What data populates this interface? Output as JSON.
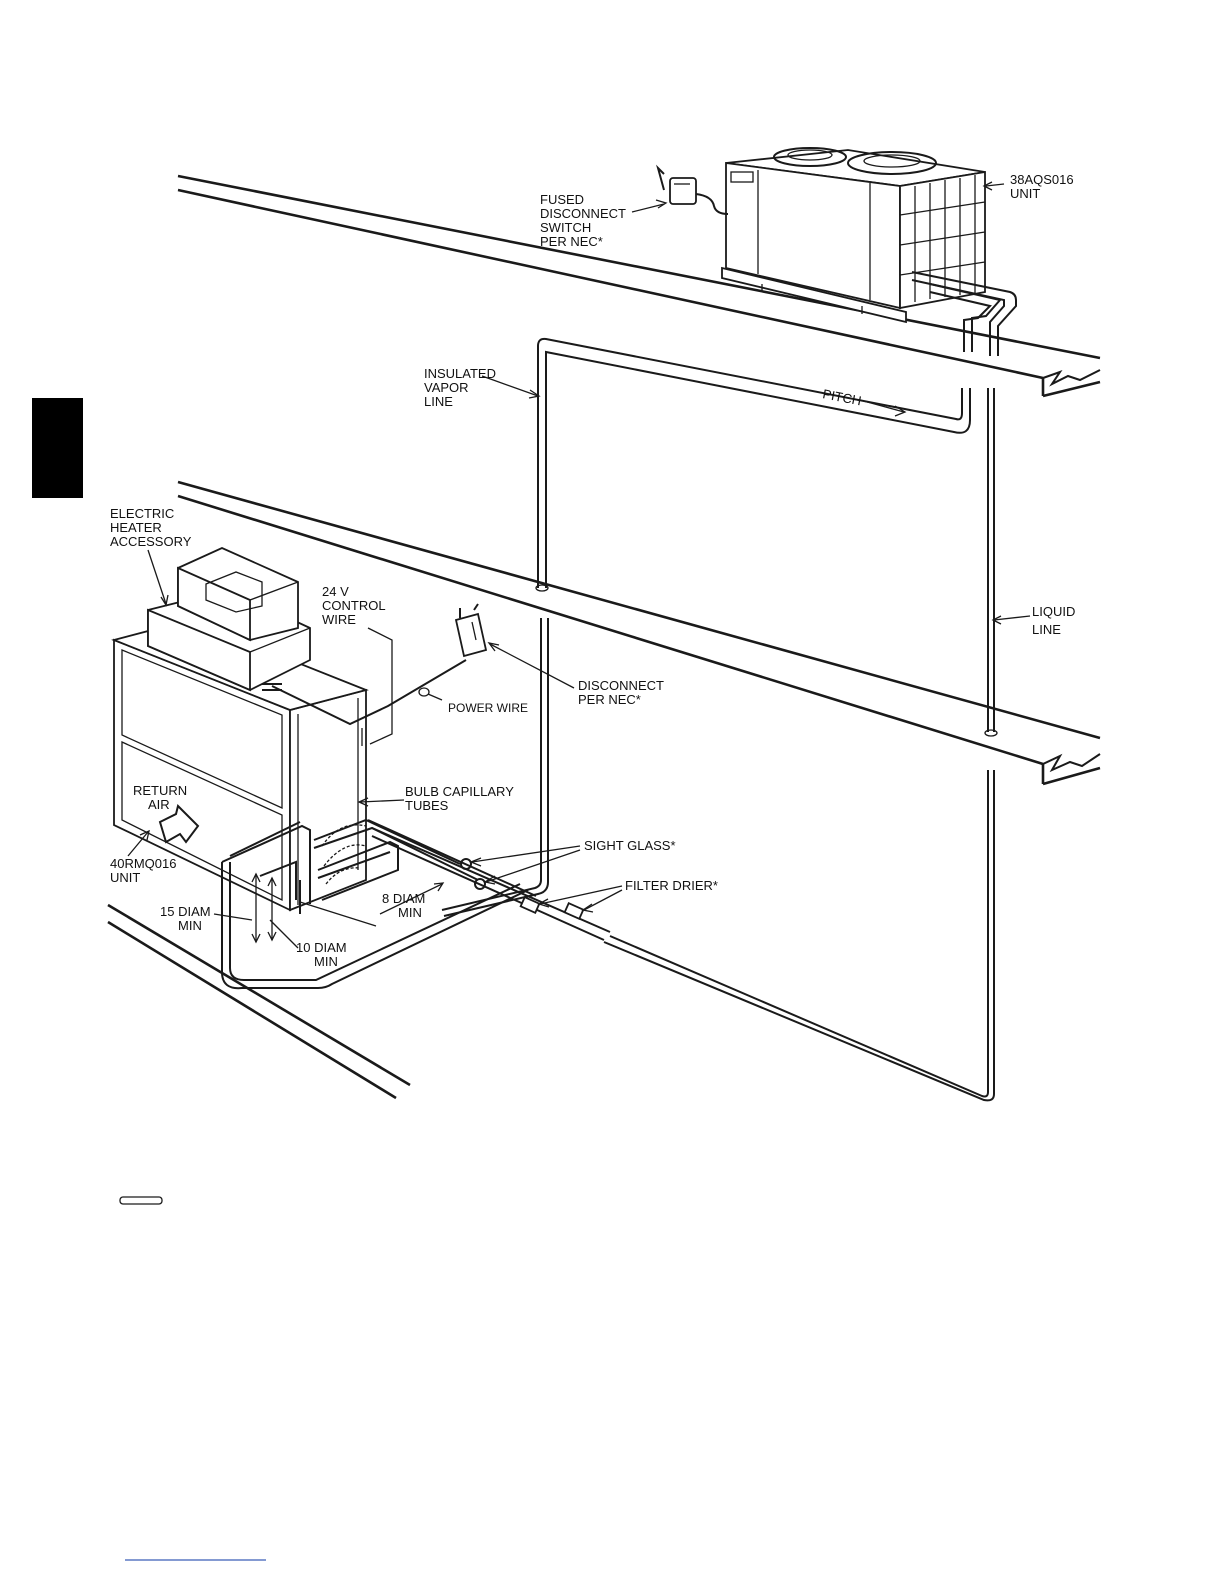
{
  "labels": {
    "unit_38": [
      "38AQS016",
      "UNIT"
    ],
    "fused_switch": [
      "FUSED",
      "DISCONNECT",
      "SWITCH",
      "PER NEC*"
    ],
    "vapor_line": [
      "INSULATED",
      "VAPOR",
      "LINE"
    ],
    "pitch": "PITCH",
    "electric_heater": [
      "ELECTRIC",
      "HEATER",
      "ACCESSORY"
    ],
    "control_wire": [
      "24 V",
      "CONTROL",
      "WIRE"
    ],
    "liquid_line": [
      "LIQUID",
      "LINE"
    ],
    "disconnect": [
      "DISCONNECT",
      "PER NEC*"
    ],
    "power_wire": "POWER WIRE",
    "return_air": [
      "RETURN",
      "AIR"
    ],
    "bulb_capillary": [
      "BULB CAPILLARY",
      "TUBES"
    ],
    "sight_glass": "SIGHT GLASS*",
    "filter_drier": "FILTER DRIER*",
    "unit_40": [
      "40RMQ016",
      "UNIT"
    ],
    "dim_15": [
      "15 DIAM",
      "MIN"
    ],
    "dim_8": [
      "8 DIAM",
      "MIN"
    ],
    "dim_10": [
      "10 DIAM",
      "MIN"
    ]
  },
  "colors": {
    "line": "#1a1a1a",
    "tab": "#000000",
    "footer_rule": "#3b5db8"
  }
}
